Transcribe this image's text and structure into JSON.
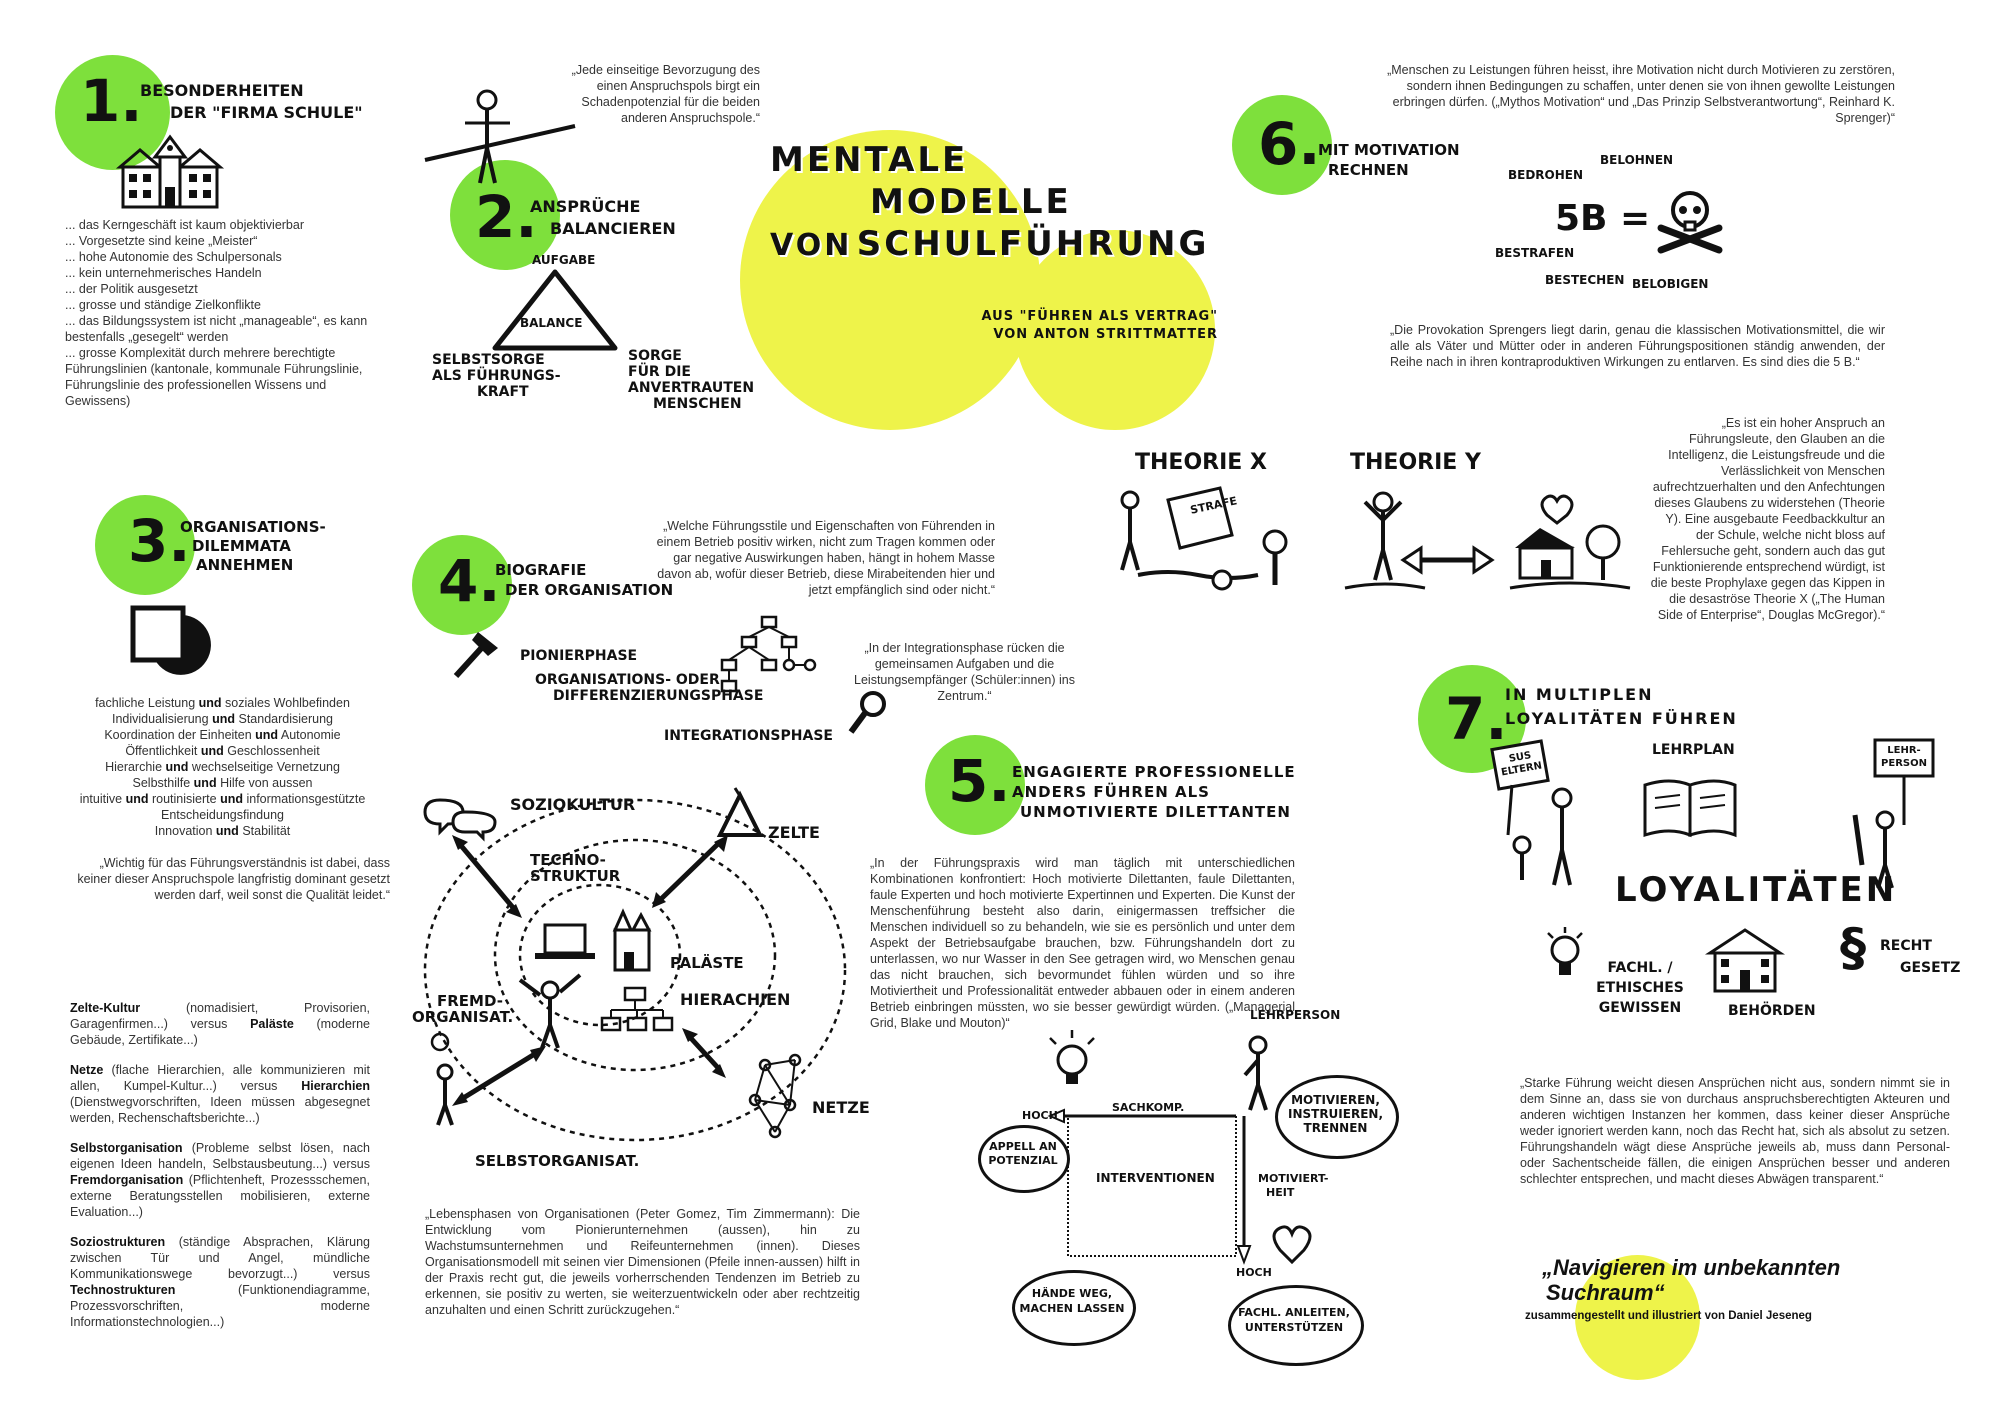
{
  "title": {
    "line1": "Mentale",
    "line2": "Modelle",
    "line3a": "von",
    "line3b": "Schulführung",
    "sub1": "aus \"Führen als Vertrag\"",
    "sub2": "von Anton Strittmatter"
  },
  "s1": {
    "num": "1.",
    "title1": "Besonderheiten",
    "title2": "der \"Firma Schule\"",
    "items": [
      "... das Kerngeschäft ist kaum objektivierbar",
      "... Vorgesetzte sind keine „Meister“",
      "... hohe Autonomie des Schulpersonals",
      "... kein unternehmerisches Handeln",
      "... der Politik ausgesetzt",
      "... grosse und ständige Zielkonflikte",
      "... das Bildungssystem ist nicht „manageable“, es kann bestenfalls „gesegelt“ werden",
      "... grosse Komplexität durch mehrere berechtigte Führungslinien (kantonale, kommunale Führungslinie, Führungslinie des professionellen Wissens und Gewissens)"
    ]
  },
  "s2": {
    "num": "2.",
    "title1": "Ansprüche",
    "title2": "balancieren",
    "quote": "„Jede einseitige Bevorzugung des einen Anspruchspols birgt ein Schadenpotenzial für die beiden anderen Anspruchspole.“",
    "top": "Aufgabe",
    "center": "Balance",
    "left1": "Selbstsorge",
    "left2": "als Führungs-",
    "left3": "kraft",
    "right1": "Sorge",
    "right2": "für die",
    "right3": "anvertrauten",
    "right4": "Menschen"
  },
  "s3": {
    "num": "3.",
    "title1": "Organisations-",
    "title2": "dilemmata",
    "title3": "annehmen",
    "pairs": [
      {
        "a": "fachliche Leistung",
        "b": "soziales Wohlbefinden"
      },
      {
        "a": "Individualisierung",
        "b": "Standardisierung"
      },
      {
        "a": "Koordination der Einheiten",
        "b": "Autonomie"
      },
      {
        "a": "Öffentlichkeit",
        "b": "Geschlossenheit"
      },
      {
        "a": "Hierarchie",
        "b": "wechselseitige Vernetzung"
      },
      {
        "a": "Selbsthilfe",
        "b": "Hilfe von aussen"
      },
      {
        "a": "intuitive",
        "b": "routinisierte",
        "c": "informationsgestützte Entscheidungsfindung"
      },
      {
        "a": "Innovation",
        "b": "Stabilität"
      }
    ],
    "joiner": "und",
    "quote": "„Wichtig für das Führungsverständnis ist dabei, dass keiner dieser Anspruchspole langfristig dominant gesetzt werden darf, weil sonst die Qualität leidet.“",
    "glossary": [
      {
        "t": "Zelte-Kultur",
        "d": " (nomadisiert, Provisorien, Garagenfirmen...) versus ",
        "t2": "Paläste",
        "d2": " (moderne Gebäude, Zertifikate...)"
      },
      {
        "t": "Netze",
        "d": " (flache Hierarchien, alle kommunizieren mit allen, Kumpel-Kultur...) versus ",
        "t2": "Hierarchien",
        "d2": " (Dienstwegvorschriften, Ideen müssen abgesegnet werden, Rechenschaftsberichte...)"
      },
      {
        "t": "Selbstorganisation",
        "d": " (Probleme selbst lösen, nach eigenen Ideen handeln, Selbstausbeutung...) versus ",
        "t2": "Fremdorganisation",
        "d2": " (Pflichtenheft, Prozessschemen, externe Beratungsstellen mobilisieren, externe Evaluation...)"
      },
      {
        "t": "Soziostrukturen",
        "d": " (ständige Absprachen, Klärung zwischen Tür und Angel, mündliche Kommunikationswege bevorzugt...) versus ",
        "t2": "Technostrukturen",
        "d2": " (Funktionendiagramme, Prozessvorschriften, moderne Informationstechnologien...)"
      }
    ]
  },
  "s4": {
    "num": "4.",
    "title1": "Biografie",
    "title2": "der Organisation",
    "quote": "„Welche Führungsstile und Eigenschaften von Führenden in einem Betrieb positiv wirken, nicht zum Tragen kommen oder gar negative Auswirkungen haben, hängt in hohem Masse davon ab, wofür dieser Betrieb, diese Mirabeitenden hier und jetzt empfänglich sind oder nicht.“",
    "phase1": "Pionierphase",
    "phase2a": "Organisations- oder",
    "phase2b": "Differenzierungsphase",
    "phase3": "Integrationsphase",
    "quote2": "„In der Integrationsphase rücken die gemeinsamen Aufgaben und die Leistungsempfänger (Schüler:innen) ins Zentrum.“",
    "labels": {
      "sozio": "Soziokultur",
      "zelte": "Zelte",
      "techno1": "Techno-",
      "techno2": "struktur",
      "palaeste": "Paläste",
      "hierarchien": "Hierachien",
      "fremd1": "Fremd-",
      "fremd2": "organisat.",
      "netze": "Netze",
      "selbst": "Selbstorganisat."
    },
    "quote3": "„Lebensphasen von Organisationen (Peter Gomez, Tim Zimmermann): Die Entwicklung vom Pionierunternehmen (aussen), hin zu Wachstumsunternehmen und Reifeunternehmen (innen). Dieses Organisationsmodell mit seinen vier Dimensionen (Pfeile innen-aussen) hilft in der Praxis recht gut, die jeweils vorherrschenden Tendenzen im Betrieb zu erkennen, sie positiv zu werten, sie weiterzuentwickeln oder aber rechtzeitig anzuhalten und einen Schritt zurückzugehen.“"
  },
  "s5": {
    "num": "5.",
    "title1": "Engagierte Professionelle",
    "title2": "anders führen als",
    "title3": "unmotivierte Dilettanten",
    "quote": "„In der Führungspraxis wird man täglich mit unterschiedlichen Kombinationen konfrontiert: Hoch motivierte Dilettanten, faule Dilettanten, faule Experten und hoch motivierte Expertinnen und Experten. Die Kunst der Menschenführung besteht also darin, einigermassen treffsicher die Menschen individuell so zu behandeln, wie sie es persönlich und unter dem Aspekt der Betriebsaufgabe brauchen, bzw. Führungshandeln dort zu unterlassen, wo nur Wasser in den See getragen wird, wo Menschen genau das nicht brauchen, sich bevormundet fühlen würden und so ihre Motiviertheit und Professionalität entweder abbauen oder in einem anderen Betrieb einbringen müssten, wo sie besser gewürdigt würden. („Managerial Grid, Blake und Mouton)“",
    "lehrperson": "Lehrperson",
    "hoch": "Hoch",
    "sachkomp": "Sachkomp.",
    "motivieren1": "Motivieren,",
    "motivieren2": "instruieren,",
    "motivieren3": "trennen",
    "appell1": "Appell an",
    "appell2": "Potenzial",
    "interventionen": "Interventionen",
    "motiviert1": "Motiviert-",
    "motiviert2": "heit",
    "hoch2": "Hoch",
    "haende1": "Hände weg,",
    "haende2": "machen lassen",
    "fachl1": "Fachl. anleiten,",
    "fachl2": "unterstützen"
  },
  "s6": {
    "num": "6.",
    "title1": "mit Motivation",
    "title2": "rechnen",
    "quote": "„Menschen zu Leistungen führen heisst, ihre Motivation nicht durch Motivieren zu zerstören, sondern ihnen Bedingungen zu schaffen, unter denen sie von ihnen gewollte Leistungen erbringen dürfen. („Mythos Motivation“ und „Das Prinzip Selbstverantwortung“, Reinhard K. Sprenger)“",
    "fiveb": "5B =",
    "b1": "Bedrohen",
    "b2": "Belohnen",
    "b3": "Bestrafen",
    "b4": "Bestechen",
    "b5": "Belobigen",
    "quote2": "„Die Provokation Sprengers liegt darin, genau die klassischen Motivationsmittel, die wir alle als Väter und Mütter oder in anderen Führungspositionen ständig anwenden, der Reihe nach in ihren kontraproduktiven Wirkungen zu entlarven. Es sind dies die 5 B.“",
    "theorieX": "Theorie X",
    "theorieY": "Theorie Y",
    "strafe": "Strafe",
    "quote3": "„Es ist ein hoher Anspruch an Führungsleute, den Glauben an die Intelligenz, die Leistungsfreude und die Verlässlichkeit von Menschen aufrechtzuerhalten und den Anfechtungen dieses Glaubens zu widerstehen (Theorie Y). Eine ausgebaute Feedbackkultur an der Schule, welche nicht bloss auf Fehlersuche geht, sondern auch das gut Funktionierende entsprechend würdigt, ist die beste Prophylaxe gegen das Kippen in die desaströse Theorie X („The Human Side of Enterprise“, Douglas McGregor).“"
  },
  "s7": {
    "num": "7.",
    "title1": "in multiplen",
    "title2": "Loyalitäten führen",
    "sus1": "SuS",
    "sus2": "Eltern",
    "lehrplan": "Lehrplan",
    "lehrperson1": "Lehr-",
    "lehrperson2": "person",
    "loyalitaeten": "Loyalitäten",
    "recht1": "Recht",
    "recht2": "Gesetz",
    "fachl1": "Fachl. /",
    "fachl2": "ethisches",
    "fachl3": "Gewissen",
    "behoerden": "Behörden",
    "paragraph": "§",
    "quote": "„Starke Führung weicht diesen Ansprüchen nicht aus, sondern nimmt sie in dem Sinne an, dass sie von durchaus anspruchsberechtigten Akteuren und anderen wichtigen Instanzen her kommen, dass keiner dieser Ansprüche weder ignoriert werden kann, noch das Recht hat, sich als absolut zu setzen. Führungshandeln wägt diese Ansprüche jeweils ab, muss dann Personal- oder Sachentscheide fällen, die einigen Ansprüchen besser und anderen schlechter entsprechen, und macht dieses Abwägen transparent.“"
  },
  "footer": {
    "motto1": "„Navigieren im unbekannten",
    "motto2": "Suchraum“",
    "credit": "zusammengestellt und illustriert von Daniel Jeseneg"
  },
  "colors": {
    "green": "#7ee03c",
    "yellow": "#eef34a",
    "ink": "#111111"
  }
}
